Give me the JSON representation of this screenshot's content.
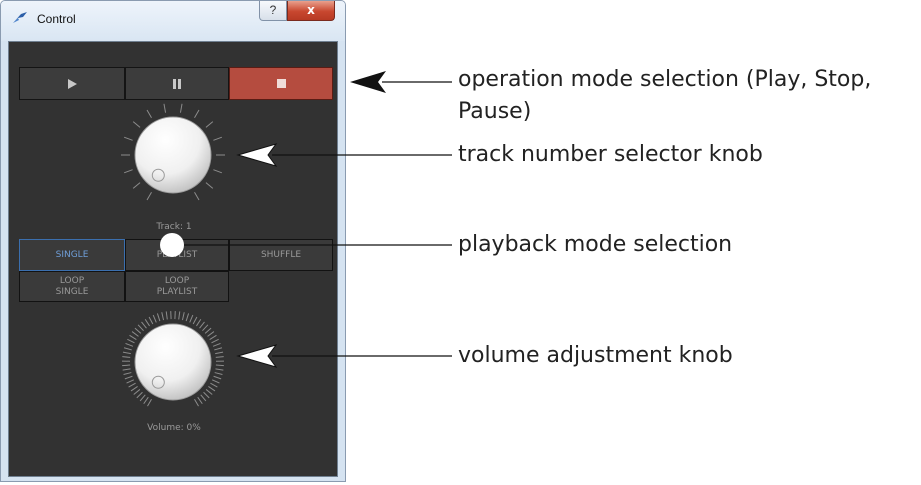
{
  "window": {
    "title": "Control",
    "help_label": "?",
    "close_label": "x"
  },
  "transport": {
    "buttons": [
      {
        "name": "play",
        "icon": "play-icon",
        "active": false
      },
      {
        "name": "pause",
        "icon": "pause-icon",
        "active": false
      },
      {
        "name": "stop",
        "icon": "stop-icon",
        "active": true
      }
    ]
  },
  "track": {
    "caption": "Track: 1"
  },
  "playback_modes": {
    "row1": [
      "SINGLE",
      "PLAYLIST",
      "SHUFFLE"
    ],
    "row2": [
      "LOOP\nSINGLE",
      "LOOP\nPLAYLIST"
    ],
    "selected": "SINGLE"
  },
  "volume": {
    "caption": "Volume: 0%",
    "percent": 0
  },
  "annotations": {
    "operation_line1": "operation mode selection (Play, Stop,",
    "operation_line2": "Pause)",
    "track_knob": "track number selector knob",
    "playback_mode": "playback mode selection",
    "volume_knob": "volume adjustment knob"
  },
  "colors": {
    "panel_bg": "#323232",
    "stop_active": "#b54c3f",
    "selected_blue": "#6f9ed8",
    "window_chrome": "#d5e3f1",
    "close_red": "#c8472f"
  }
}
